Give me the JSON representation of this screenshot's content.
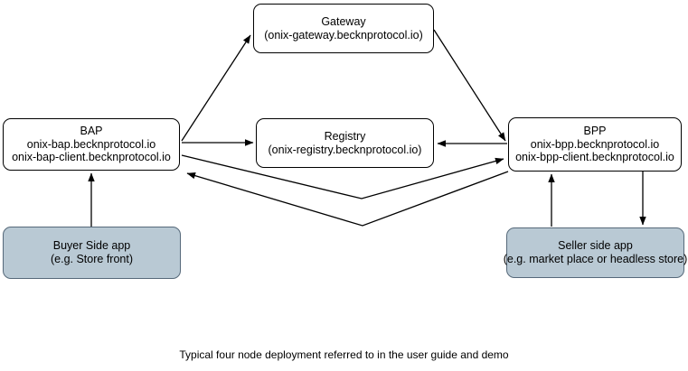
{
  "diagram": {
    "caption": "Typical four node deployment referred to in the user guide and demo",
    "nodes": {
      "gateway": {
        "title": "Gateway",
        "subtitle": "(onix-gateway.becknprotocol.io)"
      },
      "bap": {
        "title": "BAP",
        "line1": "onix-bap.becknprotocol.io",
        "line2": "onix-bap-client.becknprotocol.io"
      },
      "registry": {
        "title": "Registry",
        "subtitle": "(onix-registry.becknprotocol.io)"
      },
      "bpp": {
        "title": "BPP",
        "line1": "onix-bpp.becknprotocol.io",
        "line2": "onix-bpp-client.becknprotocol.io"
      },
      "buyer_app": {
        "title": "Buyer Side app",
        "subtitle": "(e.g. Store front)"
      },
      "seller_app": {
        "title": "Seller side app",
        "subtitle": "(e.g. market place or headless store)"
      }
    },
    "edges": [
      {
        "name": "bap-to-gateway",
        "from": "bap",
        "to": "gateway",
        "arrowhead_at": "gateway"
      },
      {
        "name": "bap-to-registry",
        "from": "bap",
        "to": "registry",
        "arrowhead_at": "registry"
      },
      {
        "name": "gateway-to-bpp",
        "from": "gateway",
        "to": "bpp",
        "arrowhead_at": "bpp"
      },
      {
        "name": "bpp-to-registry",
        "from": "bpp",
        "to": "registry",
        "arrowhead_at": "registry"
      },
      {
        "name": "bap-to-bpp",
        "from": "bap",
        "to": "bpp",
        "arrowhead_at": "bpp"
      },
      {
        "name": "bpp-to-bap",
        "from": "bpp",
        "to": "bap",
        "arrowhead_at": "bap"
      },
      {
        "name": "buyer-app-to-bap",
        "from": "buyer_app",
        "to": "bap",
        "arrowhead_at": "bap"
      },
      {
        "name": "seller-app-to-bpp",
        "from": "seller_app",
        "to": "bpp",
        "arrowhead_at": "bpp"
      },
      {
        "name": "bpp-to-seller-app",
        "from": "bpp",
        "to": "seller_app",
        "arrowhead_at": "seller_app"
      }
    ],
    "colors": {
      "app_fill": "#b9c9d4",
      "app_stroke": "#56697a",
      "node_fill": "#ffffff",
      "node_stroke": "#000000",
      "arrow": "#000000"
    }
  }
}
